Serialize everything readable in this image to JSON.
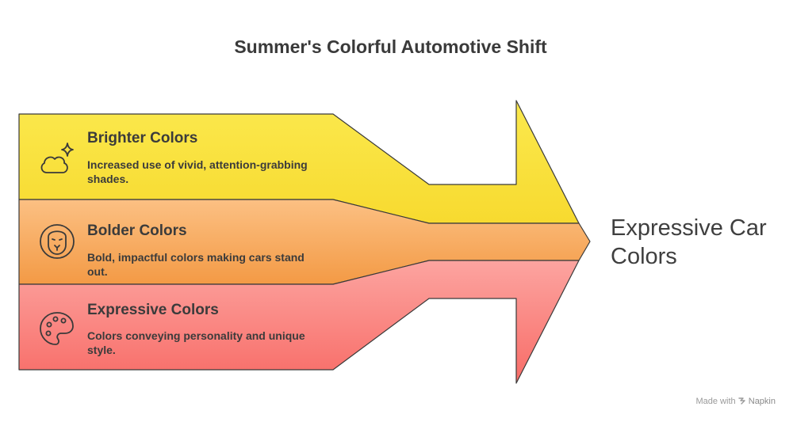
{
  "title": "Summer's Colorful Automotive Shift",
  "bands": [
    {
      "heading": "Brighter Colors",
      "description": "Increased use of vivid, attention-grabbing shades.",
      "icon": "weather-sparkle-icon",
      "colors": [
        "#fbe94e",
        "#f7da2f"
      ]
    },
    {
      "heading": "Bolder Colors",
      "description": "Bold, impactful colors making cars stand out.",
      "icon": "lion-icon",
      "colors": [
        "#fcc083",
        "#f39a45"
      ]
    },
    {
      "heading": "Expressive Colors",
      "description": "Colors conveying personality and unique style.",
      "icon": "palette-icon",
      "colors": [
        "#fca4a0",
        "#f86c67"
      ]
    }
  ],
  "outcome": "Expressive Car Colors",
  "credit": {
    "prefix": "Made with",
    "brand": "Napkin",
    "icon": "napkin-logo-icon"
  }
}
